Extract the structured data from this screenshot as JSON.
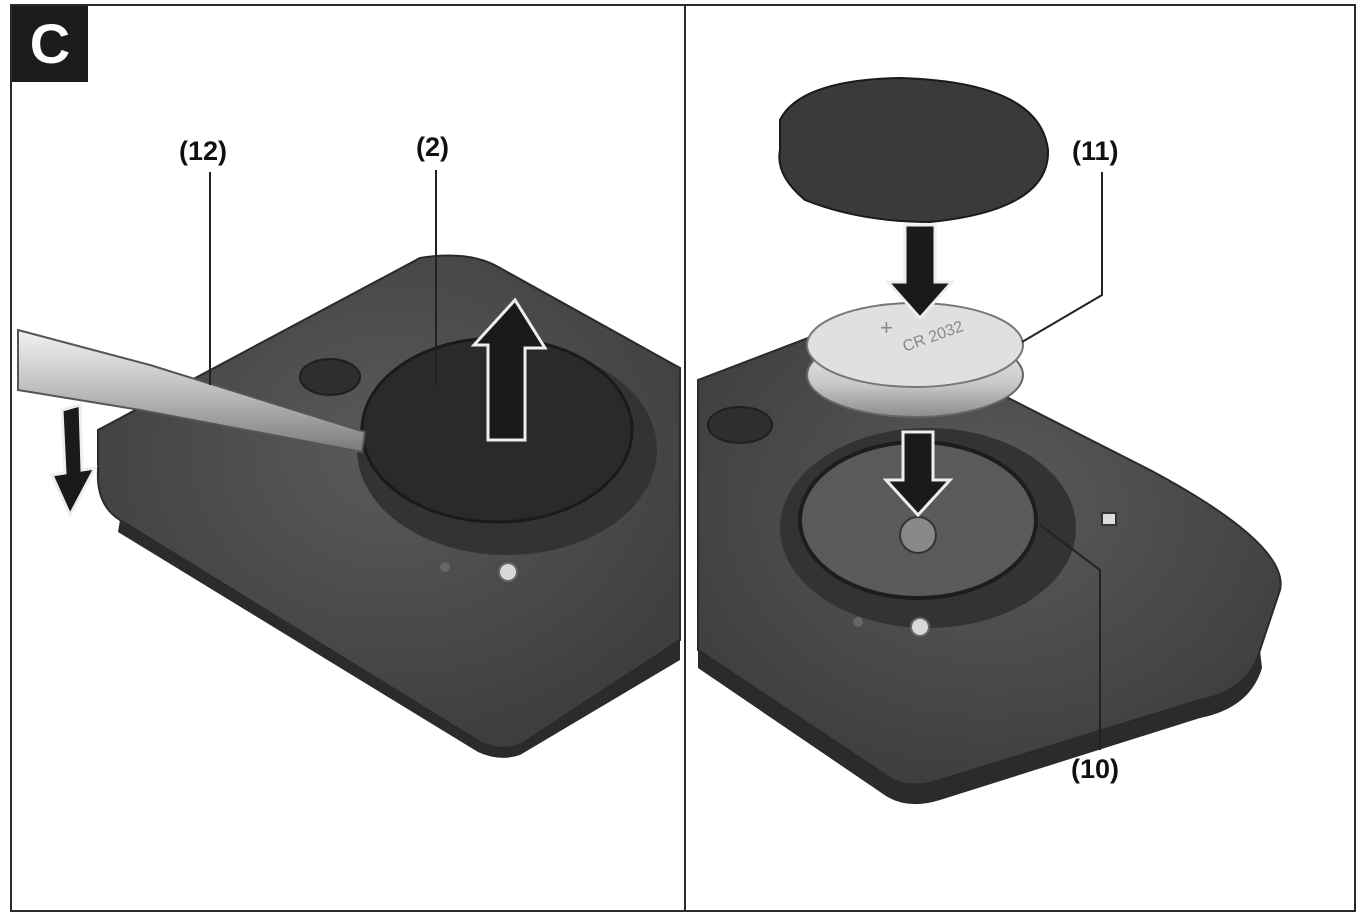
{
  "figure": {
    "label": "C",
    "callouts": {
      "screwdriver": "(12)",
      "battery_cover": "(2)",
      "coin_cell": "(11)",
      "battery_compartment": "(10)"
    },
    "coin_cell_marking": "CR 2032",
    "coin_cell_polarity": "+"
  },
  "colors": {
    "device_body": "#4a4a4a",
    "device_edge": "#2e2e2e",
    "arrow": "#1a1a1a",
    "frame": "#2a2a2a",
    "battery_metal": "#d0d0d0"
  }
}
